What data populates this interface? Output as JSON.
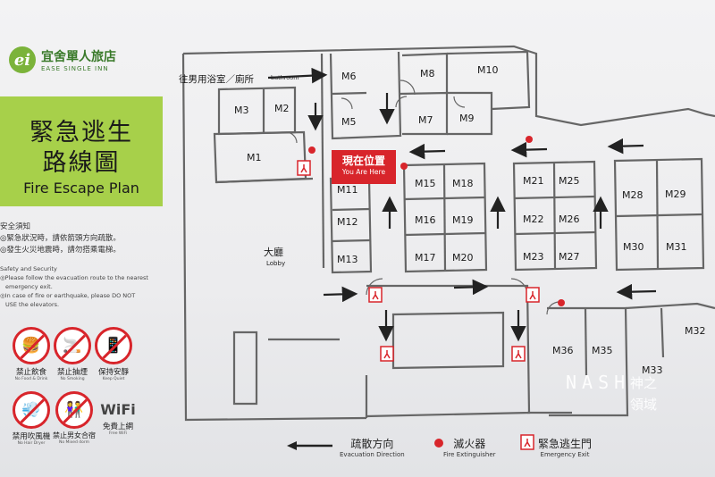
{
  "brand": {
    "cn": "宜舍單人旅店",
    "en": "EASE SINGLE INN"
  },
  "title": {
    "cn_line1": "緊急逃生",
    "cn_line2": "路線圖",
    "en": "Fire Escape Plan"
  },
  "safety": {
    "heading_cn": "安全須知",
    "line1_cn": "◎緊急狀況時，請依箭頭方向疏散。",
    "line2_cn": "◎發生火災地震時，請勿搭乘電梯。",
    "heading_en": "Safety and Security",
    "line1_en": "◎Please follow the evacuation route to the nearest",
    "line1b_en": "emergency exit.",
    "line2_en": "◎In case of fire or earthquake, please DO NOT",
    "line2b_en": "USE the elevators."
  },
  "signs": [
    {
      "label": "禁止飲食",
      "sub": "No Food & Drink",
      "glyph": "🍔"
    },
    {
      "label": "禁止抽煙",
      "sub": "No Smoking",
      "glyph": "🚬"
    },
    {
      "label": "保持安靜",
      "sub": "Keep Quiet",
      "glyph": "📱"
    },
    {
      "label": "禁用吹風機",
      "sub": "No Hair Dryer",
      "glyph": "💨"
    },
    {
      "label": "禁止男女合宿",
      "sub": "No Mixed dorm",
      "glyph": "👫"
    }
  ],
  "wifi": {
    "icon": "WiFi",
    "label": "免費上網",
    "sub": "Free WiFi"
  },
  "map": {
    "bathroom_cn": "往男用浴室／廁所",
    "bathroom_en": "bathroom",
    "lobby_cn": "大廳",
    "lobby_en": "Lobby",
    "here_cn": "現在位置",
    "here_en": "You Are Here",
    "rooms": [
      "M1",
      "M2",
      "M3",
      "M5",
      "M6",
      "M7",
      "M8",
      "M9",
      "M10",
      "M11",
      "M12",
      "M13",
      "M15",
      "M16",
      "M17",
      "M18",
      "M19",
      "M20",
      "M21",
      "M22",
      "M23",
      "M25",
      "M26",
      "M27",
      "M28",
      "M29",
      "M30",
      "M31",
      "M32",
      "M33",
      "M35",
      "M36"
    ]
  },
  "legend": {
    "evac_cn": "疏散方向",
    "evac_en": "Evacuation Direction",
    "ext_cn": "滅火器",
    "ext_en": "Fire Extinguisher",
    "exit_cn": "緊急逃生門",
    "exit_en": "Emergency Exit"
  },
  "watermark": {
    "left": "NASH",
    "right1": "神之",
    "right2": "領域"
  },
  "colors": {
    "accent_green": "#a7d04a",
    "red": "#d8252b",
    "wall": "#555555"
  }
}
